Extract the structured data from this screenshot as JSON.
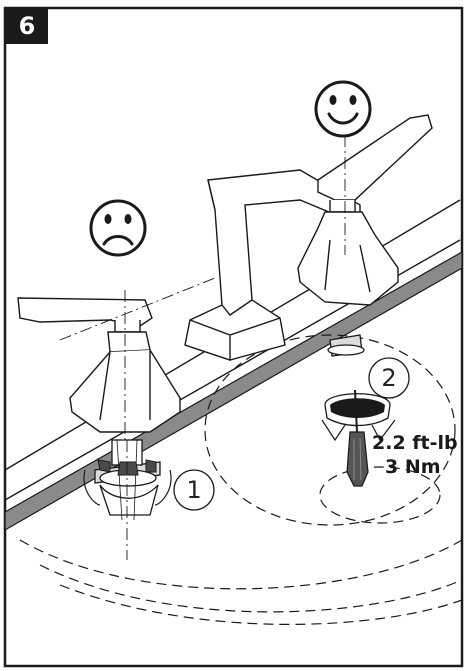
{
  "step_number": "6",
  "callouts": {
    "left_nut": "1",
    "right_nut": "2"
  },
  "torque": {
    "imperial": "2.2 ft-lb",
    "metric": "3 Nm"
  },
  "icons": {
    "good": "smiley-happy-icon",
    "bad": "smiley-sad-icon",
    "tool": "screwdriver-icon"
  },
  "colors": {
    "line": "#1a1a1a",
    "countertop_edge": "#8a8a8a",
    "badge": "#1a1a1a"
  }
}
